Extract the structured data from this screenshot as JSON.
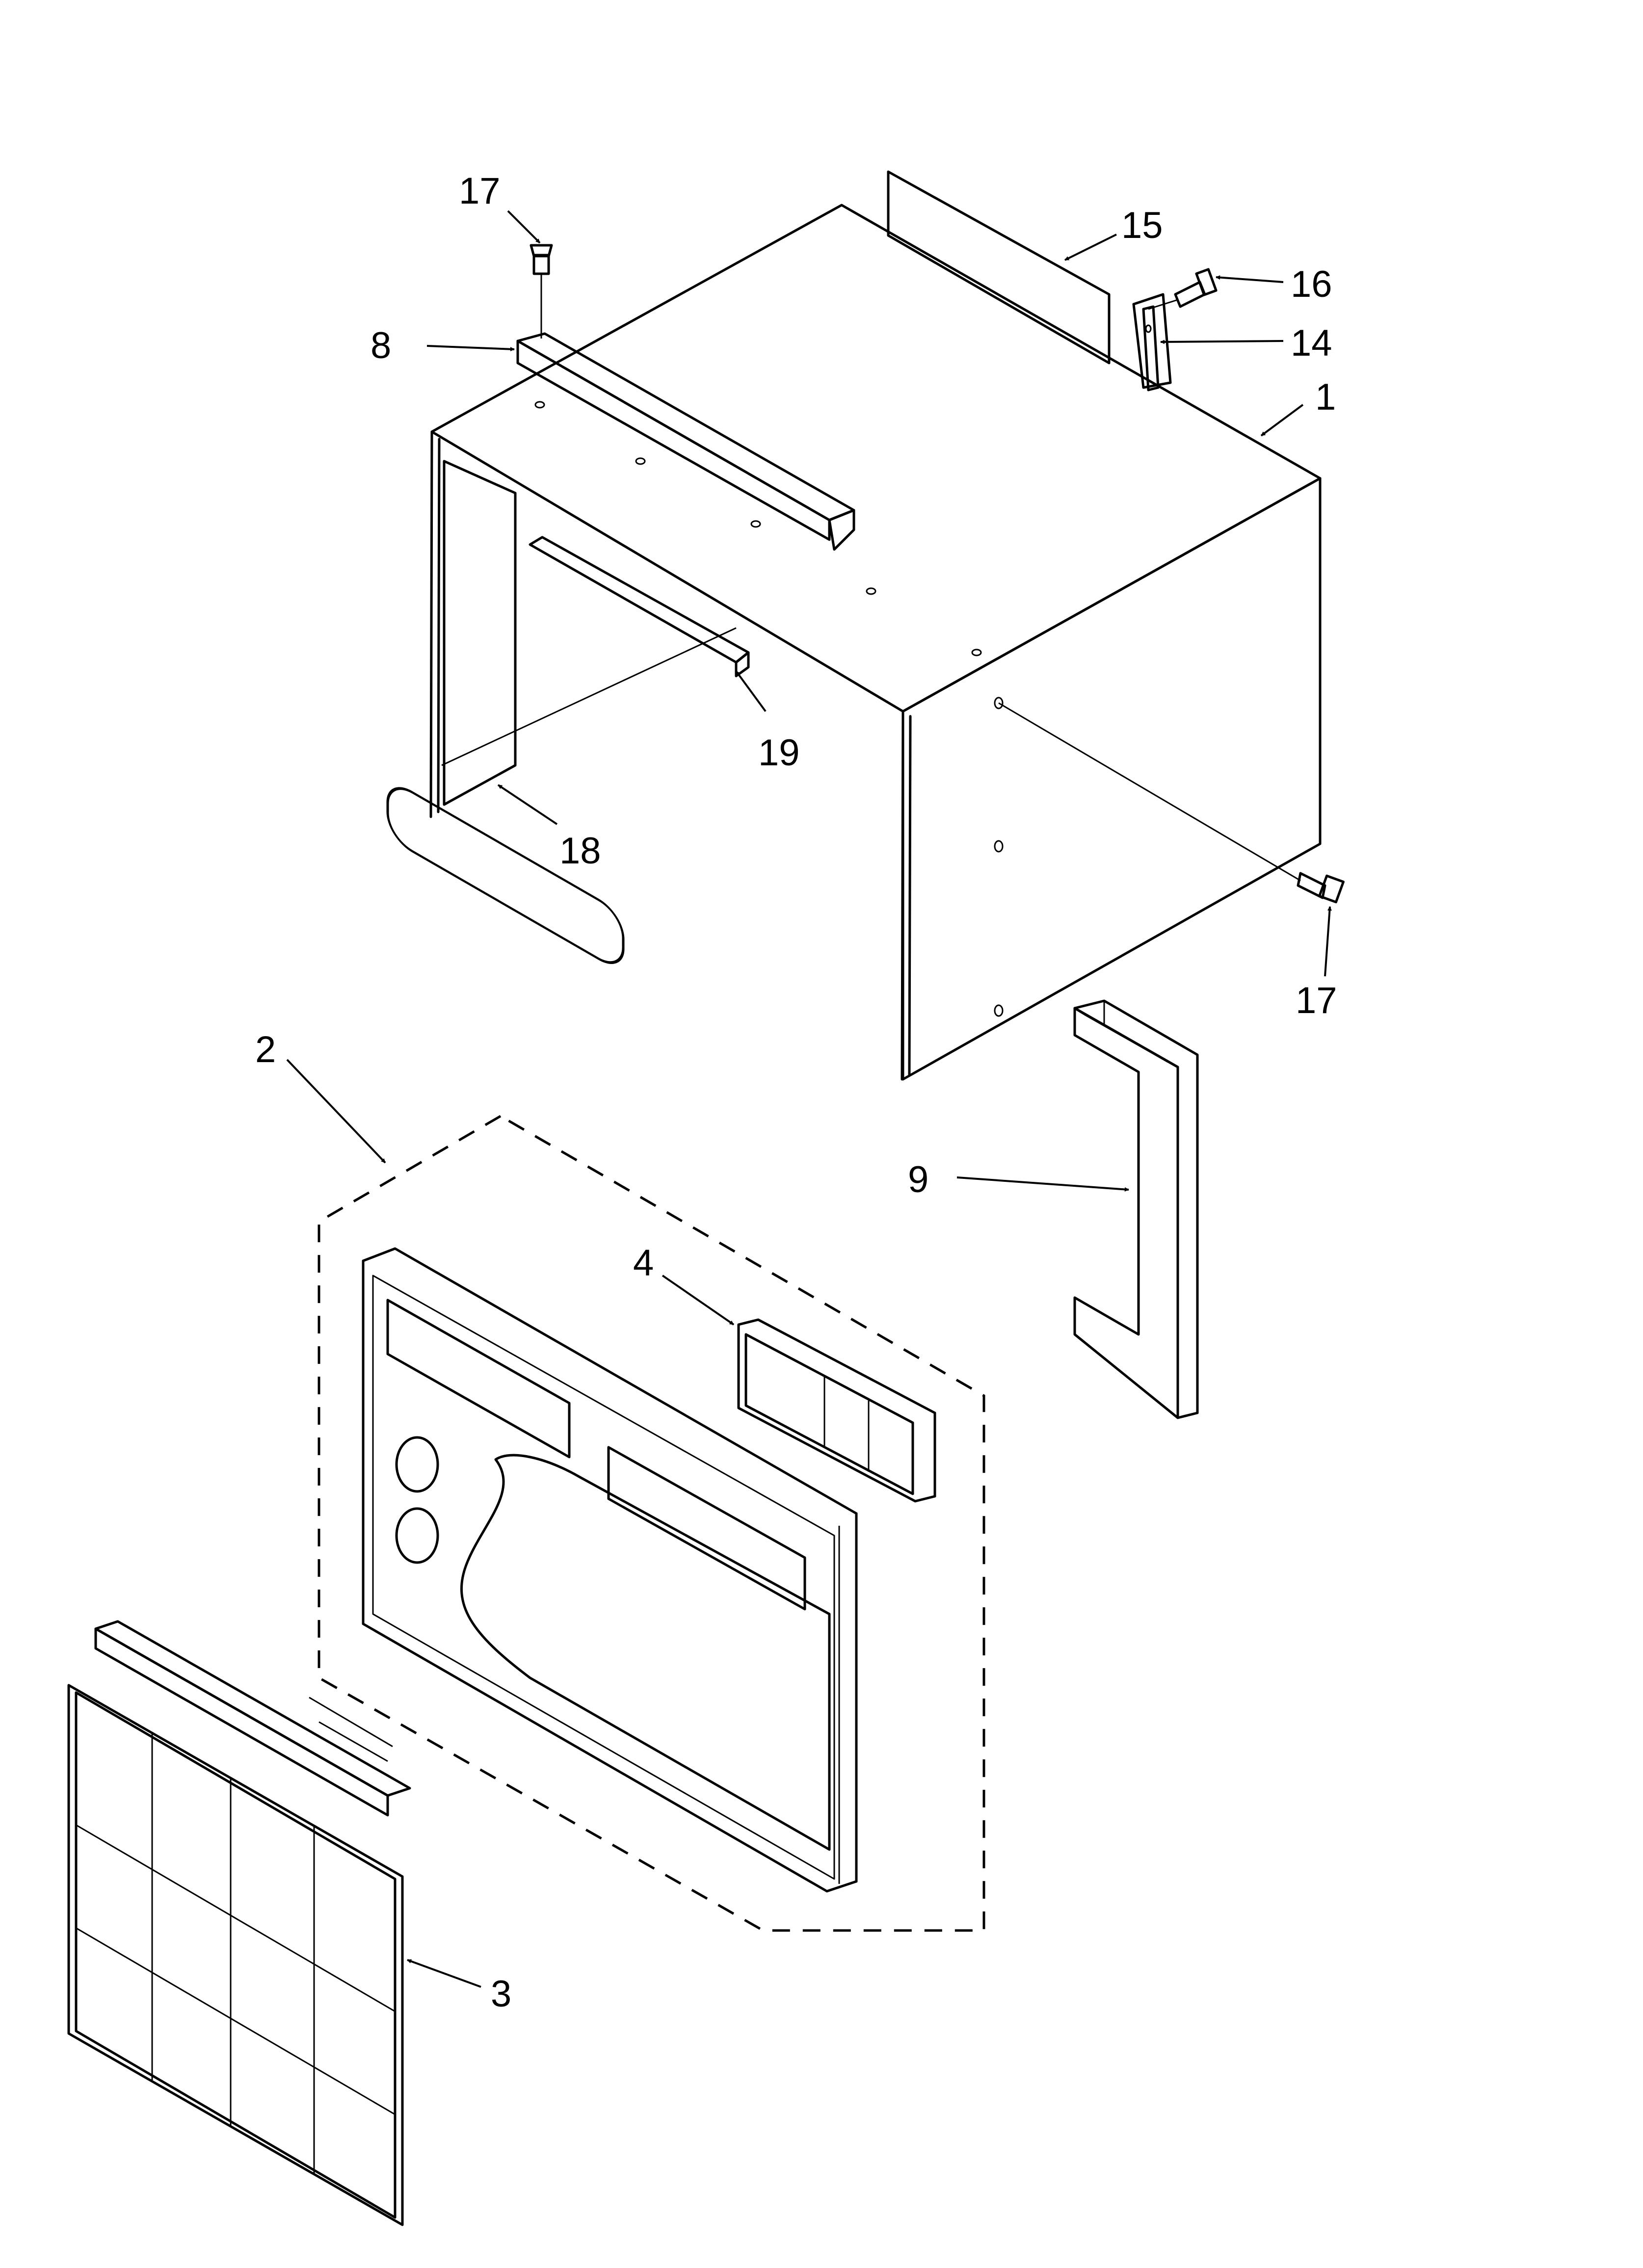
{
  "callouts": {
    "c1": "1",
    "c2": "2",
    "c3": "3",
    "c4": "4",
    "c8": "8",
    "c9": "9",
    "c14": "14",
    "c15": "15",
    "c16": "16",
    "c17a": "17",
    "c17b": "17",
    "c18": "18",
    "c19": "19"
  }
}
